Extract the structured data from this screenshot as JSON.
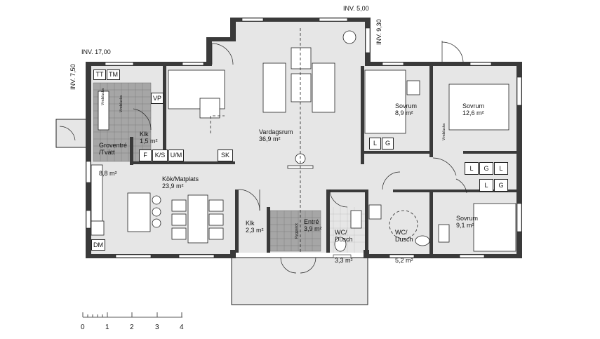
{
  "rooms": [
    {
      "id": "vardagsrum",
      "name": "Vardagsrum",
      "area": "36,9 m²"
    },
    {
      "id": "kok",
      "name": "Kök/Matplats",
      "area": "23,9 m²"
    },
    {
      "id": "groventre",
      "name": "Groventré\n/Tvätt",
      "area": "8,8 m²"
    },
    {
      "id": "klk1",
      "name": "Klk",
      "area": "1,5 m²"
    },
    {
      "id": "sovrum1",
      "name": "Sovrum",
      "area": "8,9 m²"
    },
    {
      "id": "sovrum2",
      "name": "Sovrum",
      "area": "12,6 m²"
    },
    {
      "id": "sovrum3",
      "name": "Sovrum",
      "area": "9,1 m²"
    },
    {
      "id": "klk2",
      "name": "Klk",
      "area": "2,3 m²"
    },
    {
      "id": "entre",
      "name": "Entré",
      "area": "3,9 m²"
    },
    {
      "id": "wc1",
      "name": "WC/\nDusch",
      "area": "3,3 m²"
    },
    {
      "id": "wc2",
      "name": "WC/\nDusch",
      "area": "5,2 m²"
    }
  ],
  "inv": {
    "top": "INV. 5,00",
    "topright": "INV. 9,30",
    "left": "INV. 17,00",
    "leftv": "INV. 7,50"
  },
  "fixtures": {
    "tt": "TT",
    "tm": "TM",
    "vp": "VP",
    "f": "F",
    "ks": "K/S",
    "um": "U/M",
    "sk": "SK",
    "dm": "DM",
    "l1": "L",
    "g1": "G",
    "l2": "L",
    "g2": "G",
    "l3": "L",
    "l4": "L",
    "g4": "G"
  },
  "vertical_labels": {
    "v1": "Vindslucka",
    "v2": "Vindslucka",
    "v3": "Vindslucka",
    "v4": "Ryggsäck"
  },
  "scale": {
    "ticks": [
      "0",
      "1",
      "2",
      "3",
      "4"
    ]
  },
  "colors": {
    "wall": "#3a3a3a",
    "floor": "#e6e6e6",
    "tile": "#8c8c8c",
    "line": "#222222"
  }
}
